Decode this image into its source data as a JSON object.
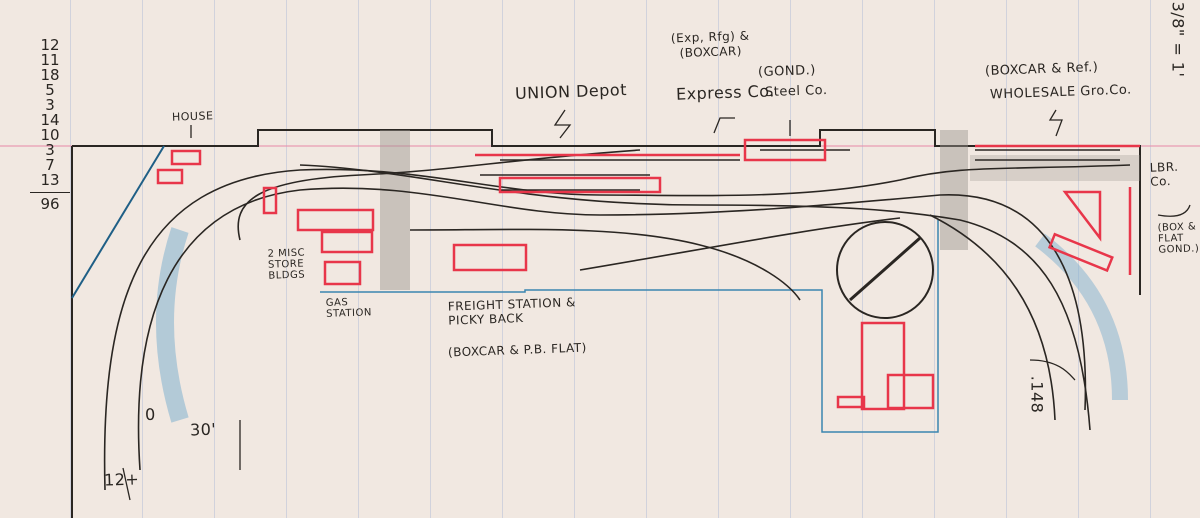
{
  "tally": {
    "values": [
      "12",
      "11",
      "18",
      "5",
      "3",
      "14",
      "10",
      "3",
      "7",
      "13"
    ],
    "total": "96"
  },
  "scale": "3/8\" = 1'",
  "labels": {
    "house": "HOUSE",
    "union_depot": "UNION Depot",
    "express_cars": "(Exp, Rfg) & (BOXCAR)",
    "express_co": "Express Co.",
    "steel_cars": "(GOND.)",
    "steel_co": "Steel Co.",
    "wholesale_cars": "(BOXCAR & Ref.)",
    "wholesale_co": "WHOLESALE Gro.Co.",
    "lbr_co": "LBR. Co.",
    "lbr_cars": "(BOX & FLAT GOND.)",
    "misc_stores": "2 MISC STORE BLDGS",
    "gas_station": "GAS STATION",
    "freight_station": "FREIGHT STATION & PICKY BACK",
    "freight_cars": "(BOXCAR & P.B. FLAT)",
    "zero": "0",
    "thirty": "30'",
    "twelve_plus": "12+",
    "grade": ".148"
  },
  "colors": {
    "track": "#2a2622",
    "structures": "#e8364a",
    "scenery": "#3a86b0",
    "shading": "#8c8680"
  }
}
